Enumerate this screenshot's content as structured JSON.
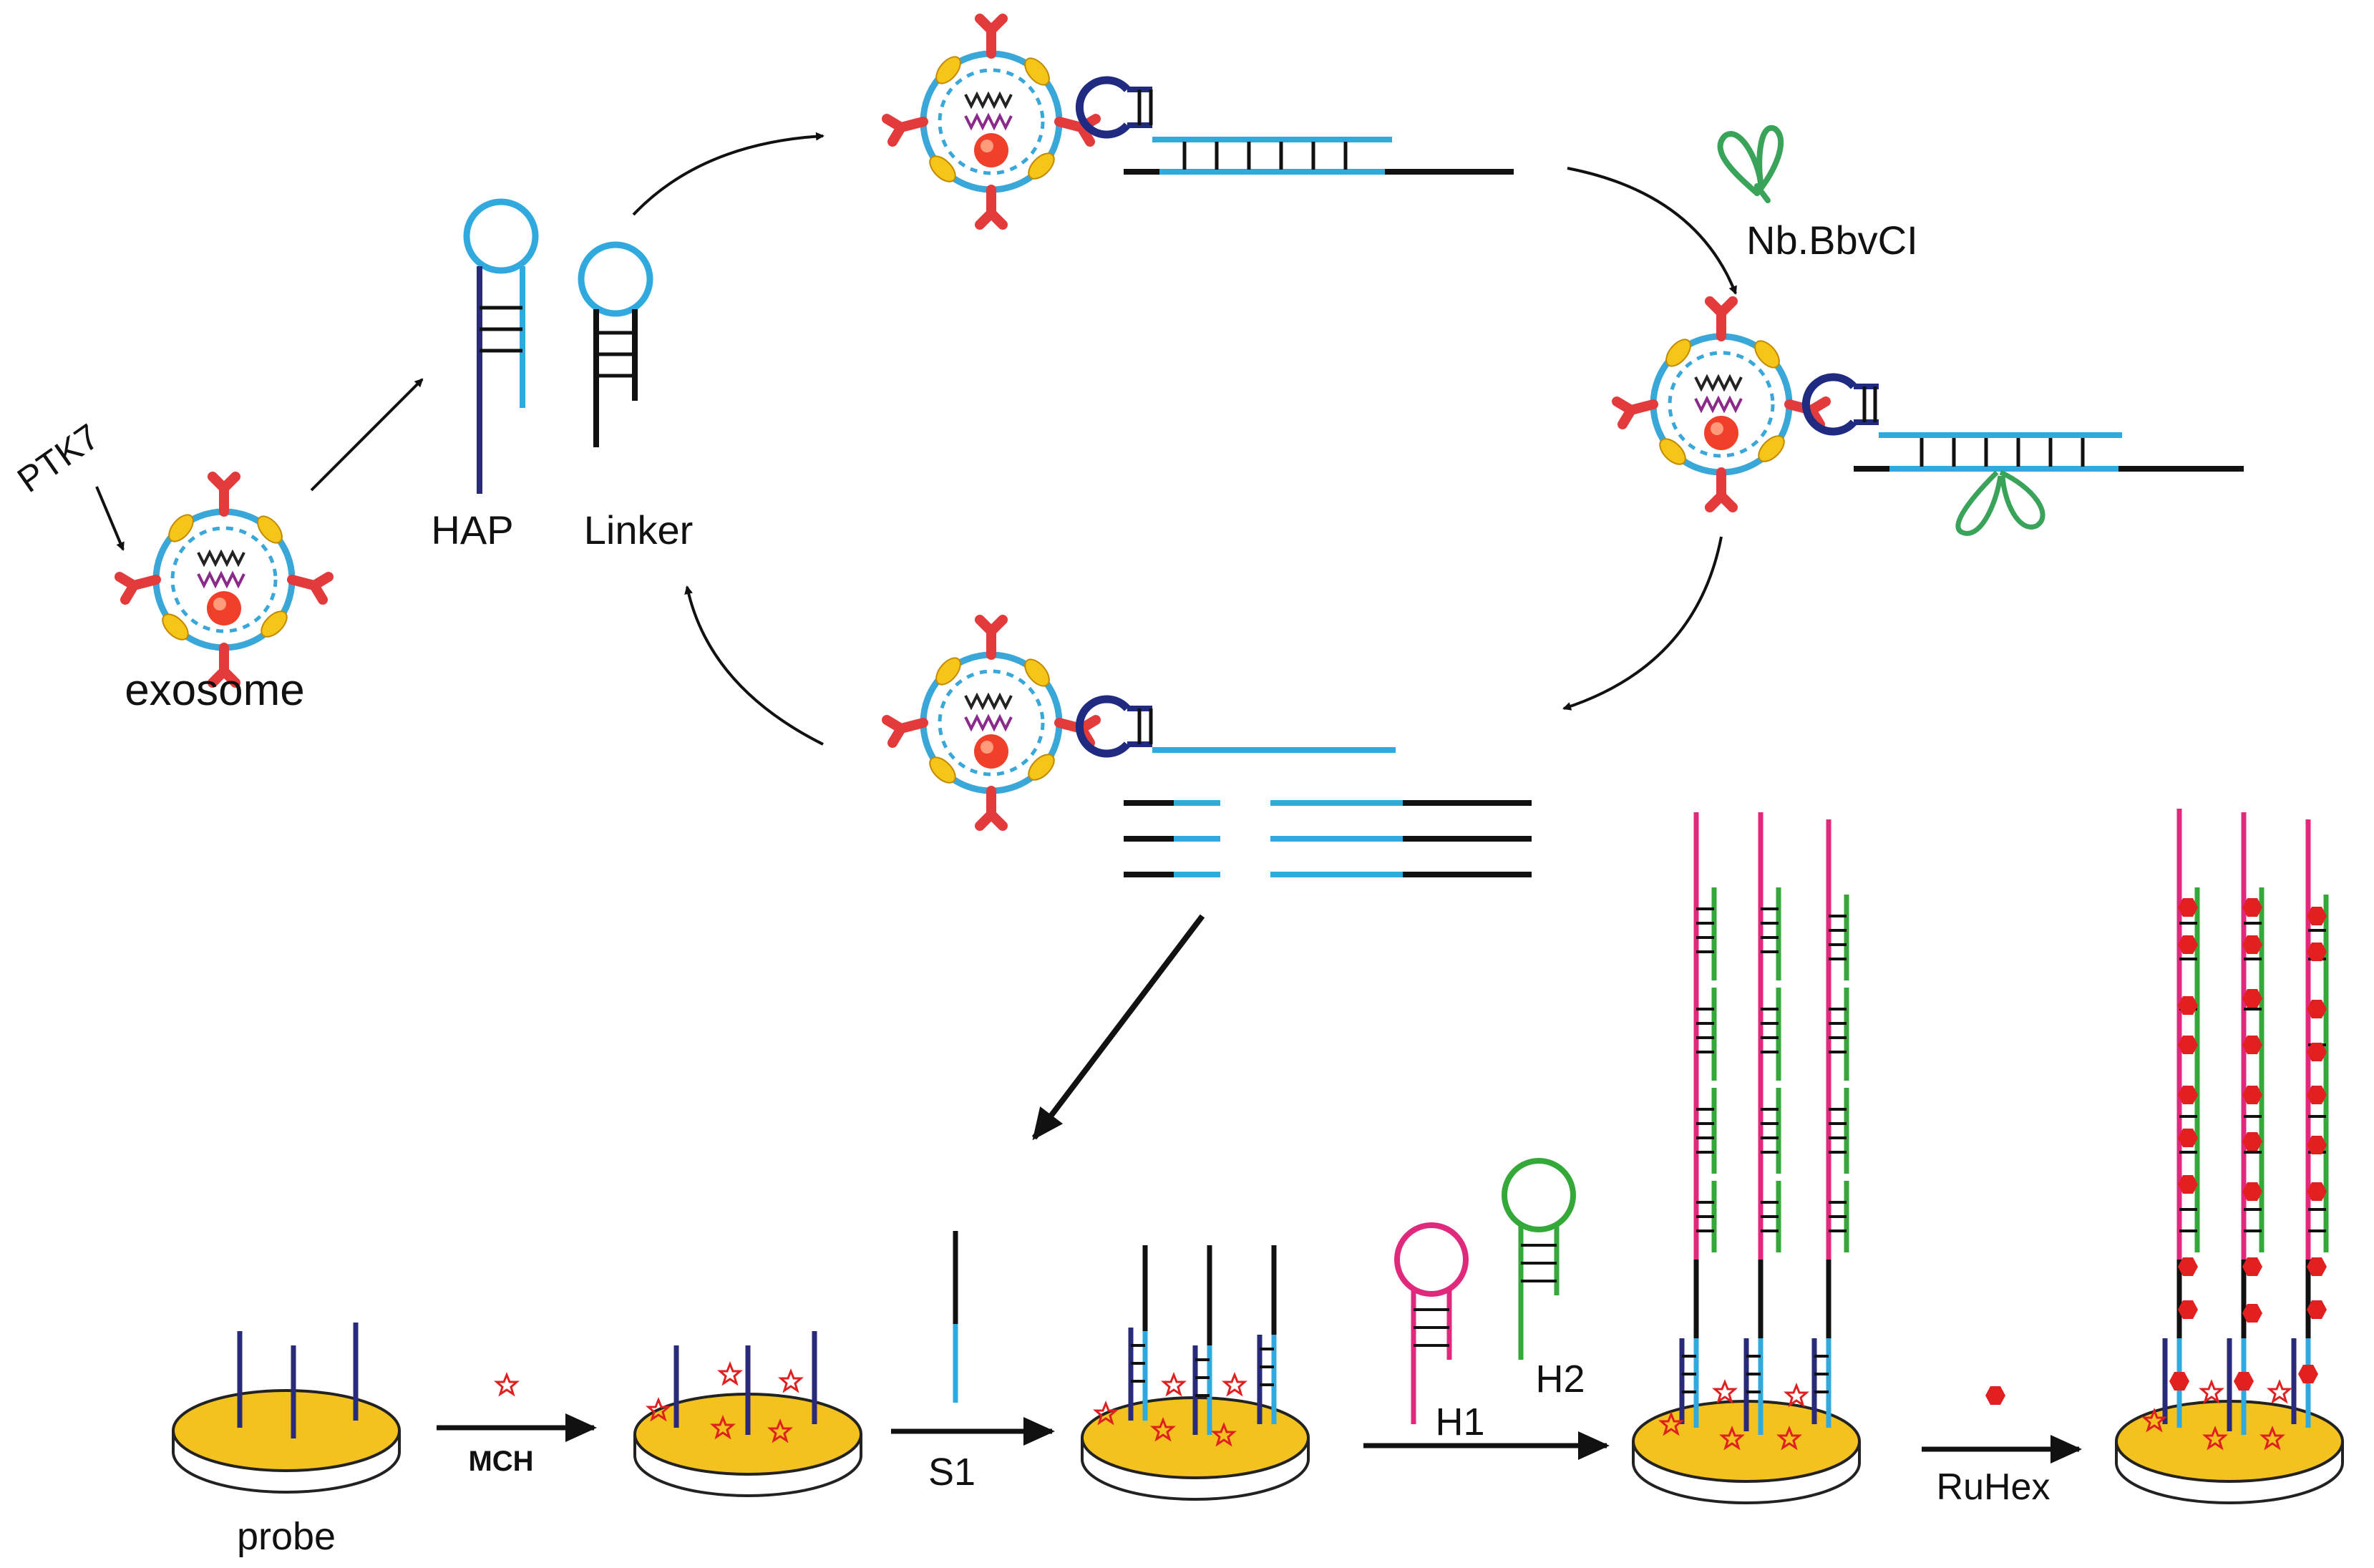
{
  "labels": {
    "ptk7": "PTK7",
    "exosome": "exosome",
    "hap": "HAP",
    "linker": "Linker",
    "enzyme": "Nb.BbvCI",
    "probe": "probe",
    "mch": "MCH",
    "s1": "S1",
    "h1": "H1",
    "h2": "H2",
    "ruhex": "RuHex"
  },
  "colors": {
    "membrane": "#3aa7d9",
    "receptor": "#e33b3b",
    "protein": "#f5c518",
    "core": "#f0402a",
    "rna_black": "#222222",
    "rna_purple": "#8b2a8b",
    "hap_stem": "#2a2a7a",
    "aptamer_loop": "#1f2a80",
    "dna_blue": "#2fa9de",
    "dna_black": "#111111",
    "enzyme": "#3aa35a",
    "gold": "#f3c21e",
    "gold_edge": "#222222",
    "mch_star": "#e02020",
    "h1": "#e0287d",
    "h2": "#35a83a",
    "ruhex": "#e32020"
  },
  "icons": [
    "exosome-icon",
    "hairpin-icon",
    "scissors-enzyme-icon",
    "star-icon",
    "hexagon-icon",
    "gold-electrode-icon"
  ]
}
